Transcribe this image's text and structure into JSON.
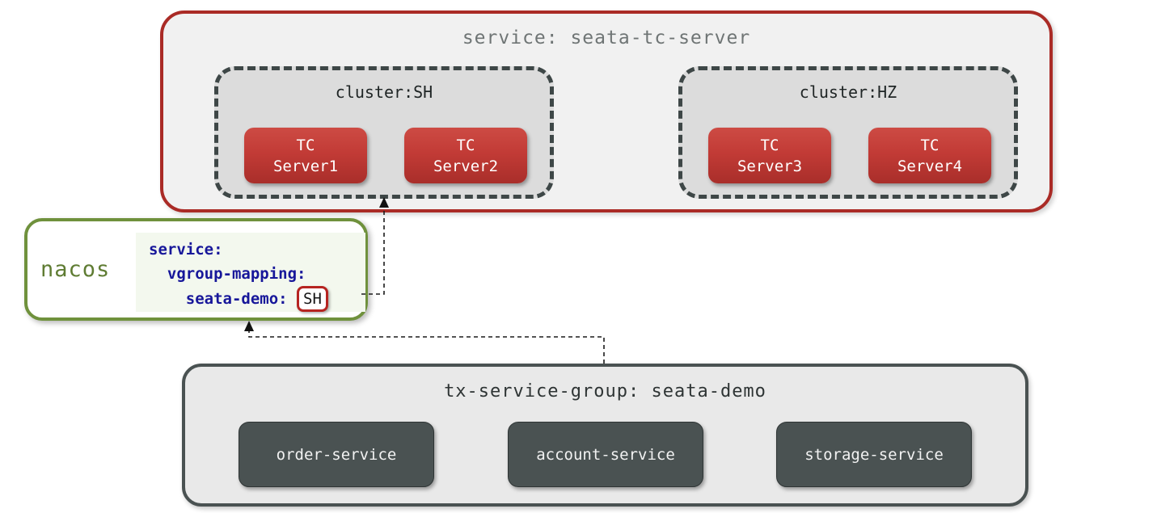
{
  "tc_group": {
    "title": "service: seata-tc-server",
    "clusters": [
      {
        "label": "cluster:SH",
        "servers": [
          {
            "line1": "TC",
            "line2": "Server1"
          },
          {
            "line1": "TC",
            "line2": "Server2"
          }
        ]
      },
      {
        "label": "cluster:HZ",
        "servers": [
          {
            "line1": "TC",
            "line2": "Server3"
          },
          {
            "line1": "TC",
            "line2": "Server4"
          }
        ]
      }
    ]
  },
  "nacos": {
    "label": "nacos",
    "config_lines": [
      "service:",
      "  vgroup-mapping:",
      "    seata-demo: "
    ],
    "mapping_value": "SH"
  },
  "service_group": {
    "title": "tx-service-group: seata-demo",
    "services": [
      "order-service",
      "account-service",
      "storage-service"
    ]
  },
  "colors": {
    "tc_group_border": "#aa2b26",
    "group_fill": "#f1f1f1",
    "cluster_border": "#3e4747",
    "cluster_fill": "#dcdcdc",
    "tc_server_red": "#b83530",
    "nacos_border": "#6f913c",
    "nacos_text": "#5f7c33",
    "config_fill": "#f3f8ee",
    "config_text": "#17179a",
    "mapping_chip_border": "#b62420",
    "service_box_fill": "#4a5252",
    "tx_fill": "#e9e9e9"
  }
}
